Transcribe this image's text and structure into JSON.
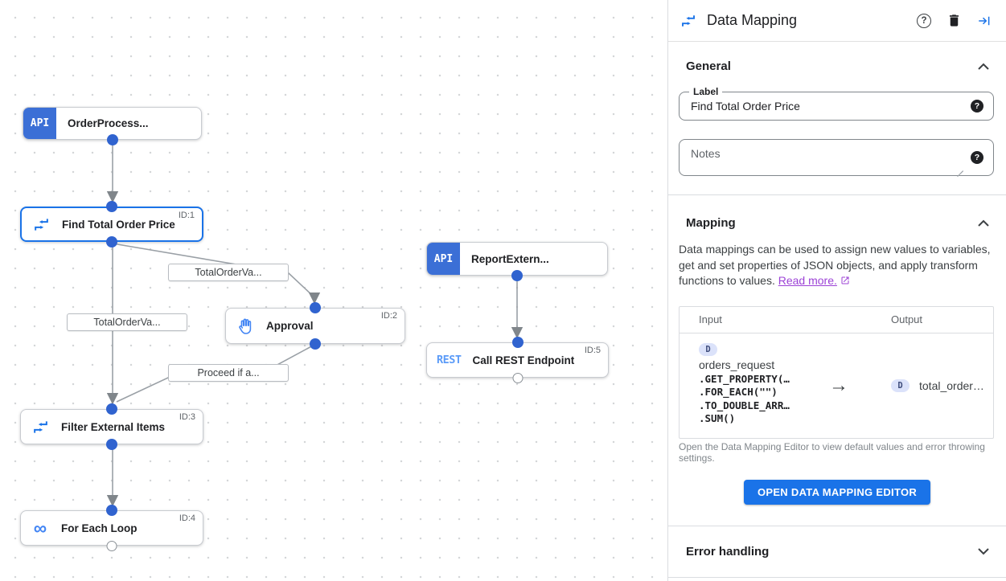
{
  "canvas": {
    "nodes": [
      {
        "badge": "API",
        "label": "OrderProcess..."
      },
      {
        "label": "Find Total Order Price",
        "id_tag": "ID:1"
      },
      {
        "label": "Approval",
        "id_tag": "ID:2"
      },
      {
        "badge": "API",
        "label": "ReportExtern..."
      },
      {
        "badge": "REST",
        "label": "Call REST Endpoint",
        "id_tag": "ID:5"
      },
      {
        "label": "Filter External Items",
        "id_tag": "ID:3"
      },
      {
        "label": "For Each Loop",
        "id_tag": "ID:4"
      }
    ],
    "edge_labels": [
      {
        "text": "TotalOrderVa..."
      },
      {
        "text": "TotalOrderVa..."
      },
      {
        "text": "Proceed if a..."
      }
    ],
    "icons": {
      "infinity_glyph": "∞"
    }
  },
  "panel": {
    "title": "Data Mapping",
    "icons": {
      "help_glyph": "?"
    },
    "general": {
      "heading": "General",
      "label_field": {
        "label": "Label",
        "value": "Find Total Order Price"
      },
      "notes_field": {
        "placeholder": "Notes"
      }
    },
    "mapping": {
      "heading": "Mapping",
      "description": "Data mappings can be used to assign new values to variables, get and set properties of JSON objects, and apply transform functions to values. ",
      "read_more": "Read more.",
      "table": {
        "input_header": "Input",
        "output_header": "Output",
        "input": {
          "badge": "D",
          "variable": "orders_request",
          "functions": [
            ".GET_PROPERTY(…",
            ".FOR_EACH(\"\")",
            ".TO_DOUBLE_ARR…",
            ".SUM()"
          ]
        },
        "arrow": "→",
        "output": {
          "badge": "D",
          "variable": "total_order…"
        }
      },
      "caption": "Open the Data Mapping Editor to view default values and error throwing settings.",
      "button": "OPEN DATA MAPPING EDITOR"
    },
    "error_handling": {
      "heading": "Error handling"
    }
  },
  "colors": {
    "accent": "#1a73e8",
    "node_blue": "#3b6fd6",
    "rest_blue": "#5b9bf8",
    "link_purple": "#9c42d6",
    "edge_gray": "#9aa0a6"
  }
}
